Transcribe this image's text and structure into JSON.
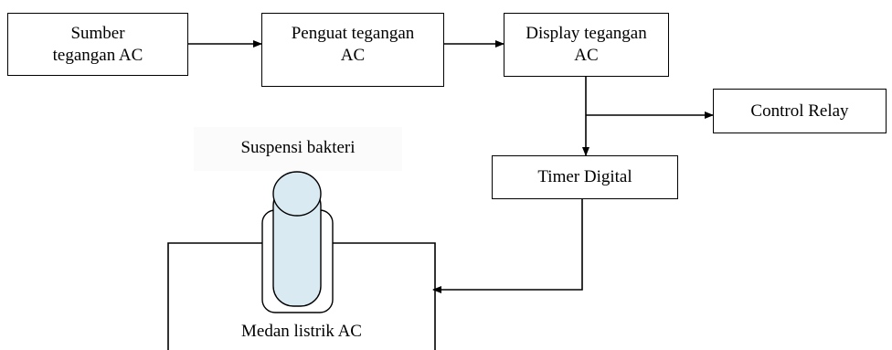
{
  "diagram": {
    "blocks": {
      "source": {
        "line1": "Sumber",
        "line2": "tegangan AC"
      },
      "amplifier": {
        "line1": "Penguat tegangan",
        "line2": "AC"
      },
      "display": {
        "line1": "Display tegangan",
        "line2": "AC"
      },
      "relay": {
        "text": "Control Relay"
      },
      "timer": {
        "text": "Timer Digital"
      }
    },
    "labels": {
      "suspension": "Suspensi bakteri",
      "field": "Medan listrik AC"
    },
    "colors": {
      "line": "#000000",
      "tube_fill": "#d9eaf2",
      "background": "#ffffff"
    }
  }
}
